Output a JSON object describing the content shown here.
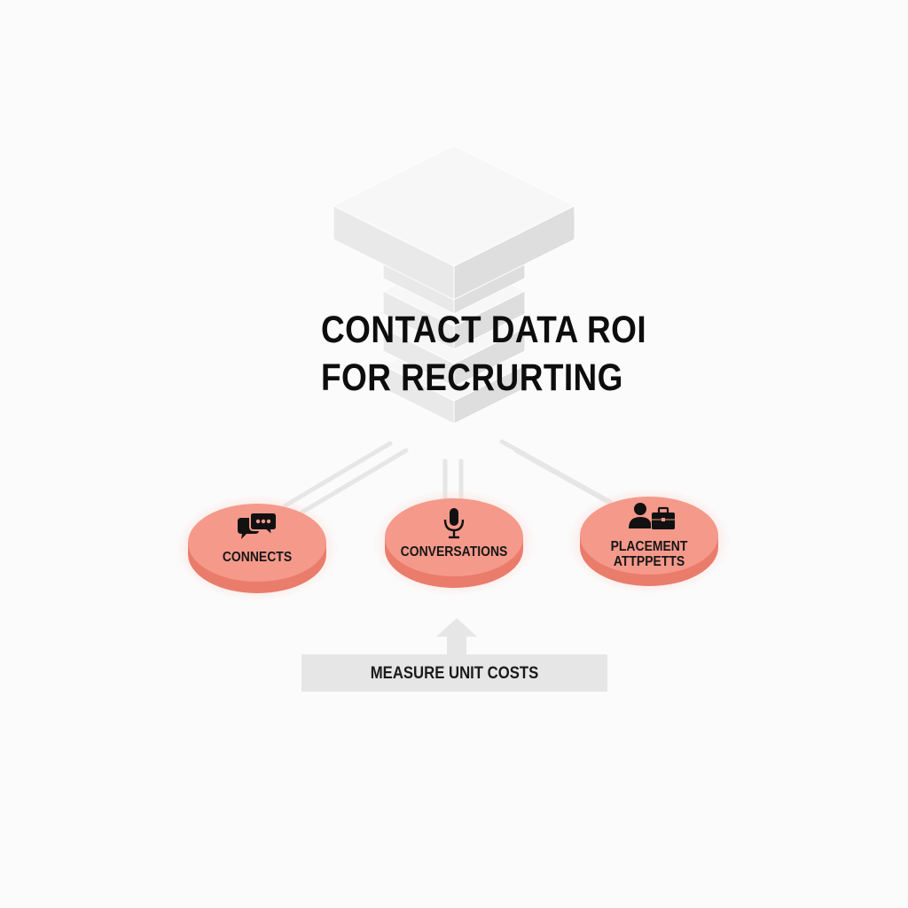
{
  "title": {
    "line1": "CONTACT DATA ROI",
    "line2": "FOR RECRURTING"
  },
  "nodes": [
    {
      "id": "connects",
      "lines": [
        "CONNECTS"
      ],
      "icon": "chat-bubbles-icon"
    },
    {
      "id": "conversations",
      "lines": [
        "CONVERSATIONS"
      ],
      "icon": "microphone-icon"
    },
    {
      "id": "placement",
      "lines": [
        "PLACEMENT",
        "ATTPPETTS"
      ],
      "icon": "person-briefcase-icon"
    }
  ],
  "measure": {
    "label": "MEASURE UNIT COSTS"
  },
  "colors": {
    "background": "#fbfbfb",
    "node_fill": "#f5998b",
    "node_side": "#ea7c6c",
    "node_glow": "#fbd3cb",
    "block_top": "#f7f7f7",
    "block_left": "#e9e9e9",
    "block_right": "#dedede",
    "text": "#0d0d0d",
    "measure_bg": "#e6e6e6",
    "connector": "#eaeaea"
  }
}
